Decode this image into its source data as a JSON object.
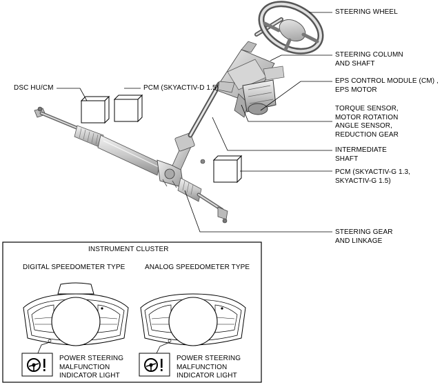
{
  "labels": {
    "steering_wheel": [
      "STEERING WHEEL"
    ],
    "steering_column": [
      "STEERING COLUMN",
      "AND SHAFT"
    ],
    "eps_control_module": [
      "EPS CONTROL MODULE (CM) ,",
      "EPS MOTOR"
    ],
    "torque_sensor": [
      "TORQUE SENSOR,",
      "MOTOR ROTATION",
      "ANGLE SENSOR,",
      "REDUCTION GEAR"
    ],
    "intermediate_shaft": [
      "INTERMEDIATE",
      "SHAFT"
    ],
    "pcm_g": [
      "PCM (SKYACTIV-G 1.3,",
      "SKYACTIV-G 1.5)"
    ],
    "steering_gear": [
      "STEERING GEAR",
      "AND LINKAGE"
    ],
    "dsc_hu_cm": [
      "DSC HU/CM"
    ],
    "pcm_d": [
      "PCM (SKYACTIV-D 1.5)"
    ]
  },
  "instrument_cluster": {
    "title": "INSTRUMENT CLUSTER",
    "digital_type": "DIGITAL SPEEDOMETER TYPE",
    "analog_type": "ANALOG SPEEDOMETER TYPE",
    "indicator_label": [
      "POWER STEERING",
      "MALFUNCTION",
      "INDICATOR LIGHT"
    ],
    "indicator_icon": "steering-warning-icon"
  }
}
